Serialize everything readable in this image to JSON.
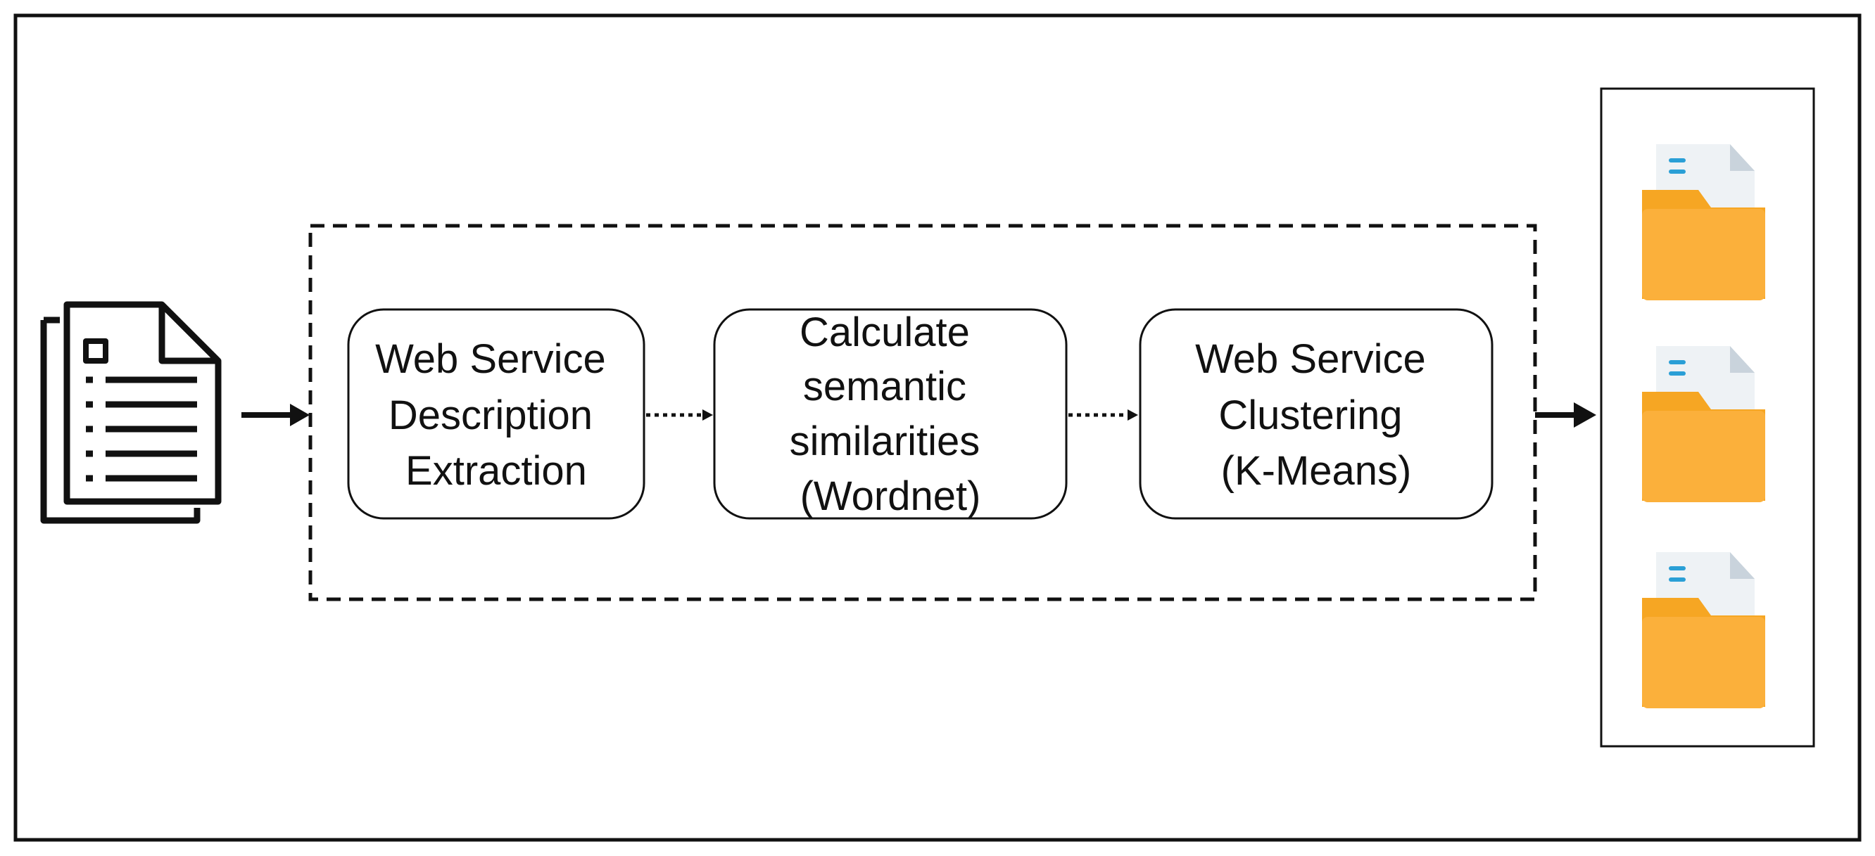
{
  "diagram": {
    "input_icon": "stacked-documents-icon",
    "steps": [
      {
        "lines": [
          "Web Service",
          "Description",
          "Extraction"
        ]
      },
      {
        "lines": [
          "Calculate",
          "semantic",
          "similarities",
          "(Wordnet)"
        ]
      },
      {
        "lines": [
          "Web Service",
          "Clustering",
          "(K-Means)"
        ]
      }
    ],
    "output_icons": [
      "document-folder-icon",
      "document-folder-icon",
      "document-folder-icon"
    ],
    "colors": {
      "stroke": "#111111",
      "folder": "#fbb03b",
      "folder_dark": "#f6a623",
      "paper": "#eef2f5",
      "paper_fold": "#c9d3dc",
      "doc_lines": "#2a9fd6"
    }
  }
}
